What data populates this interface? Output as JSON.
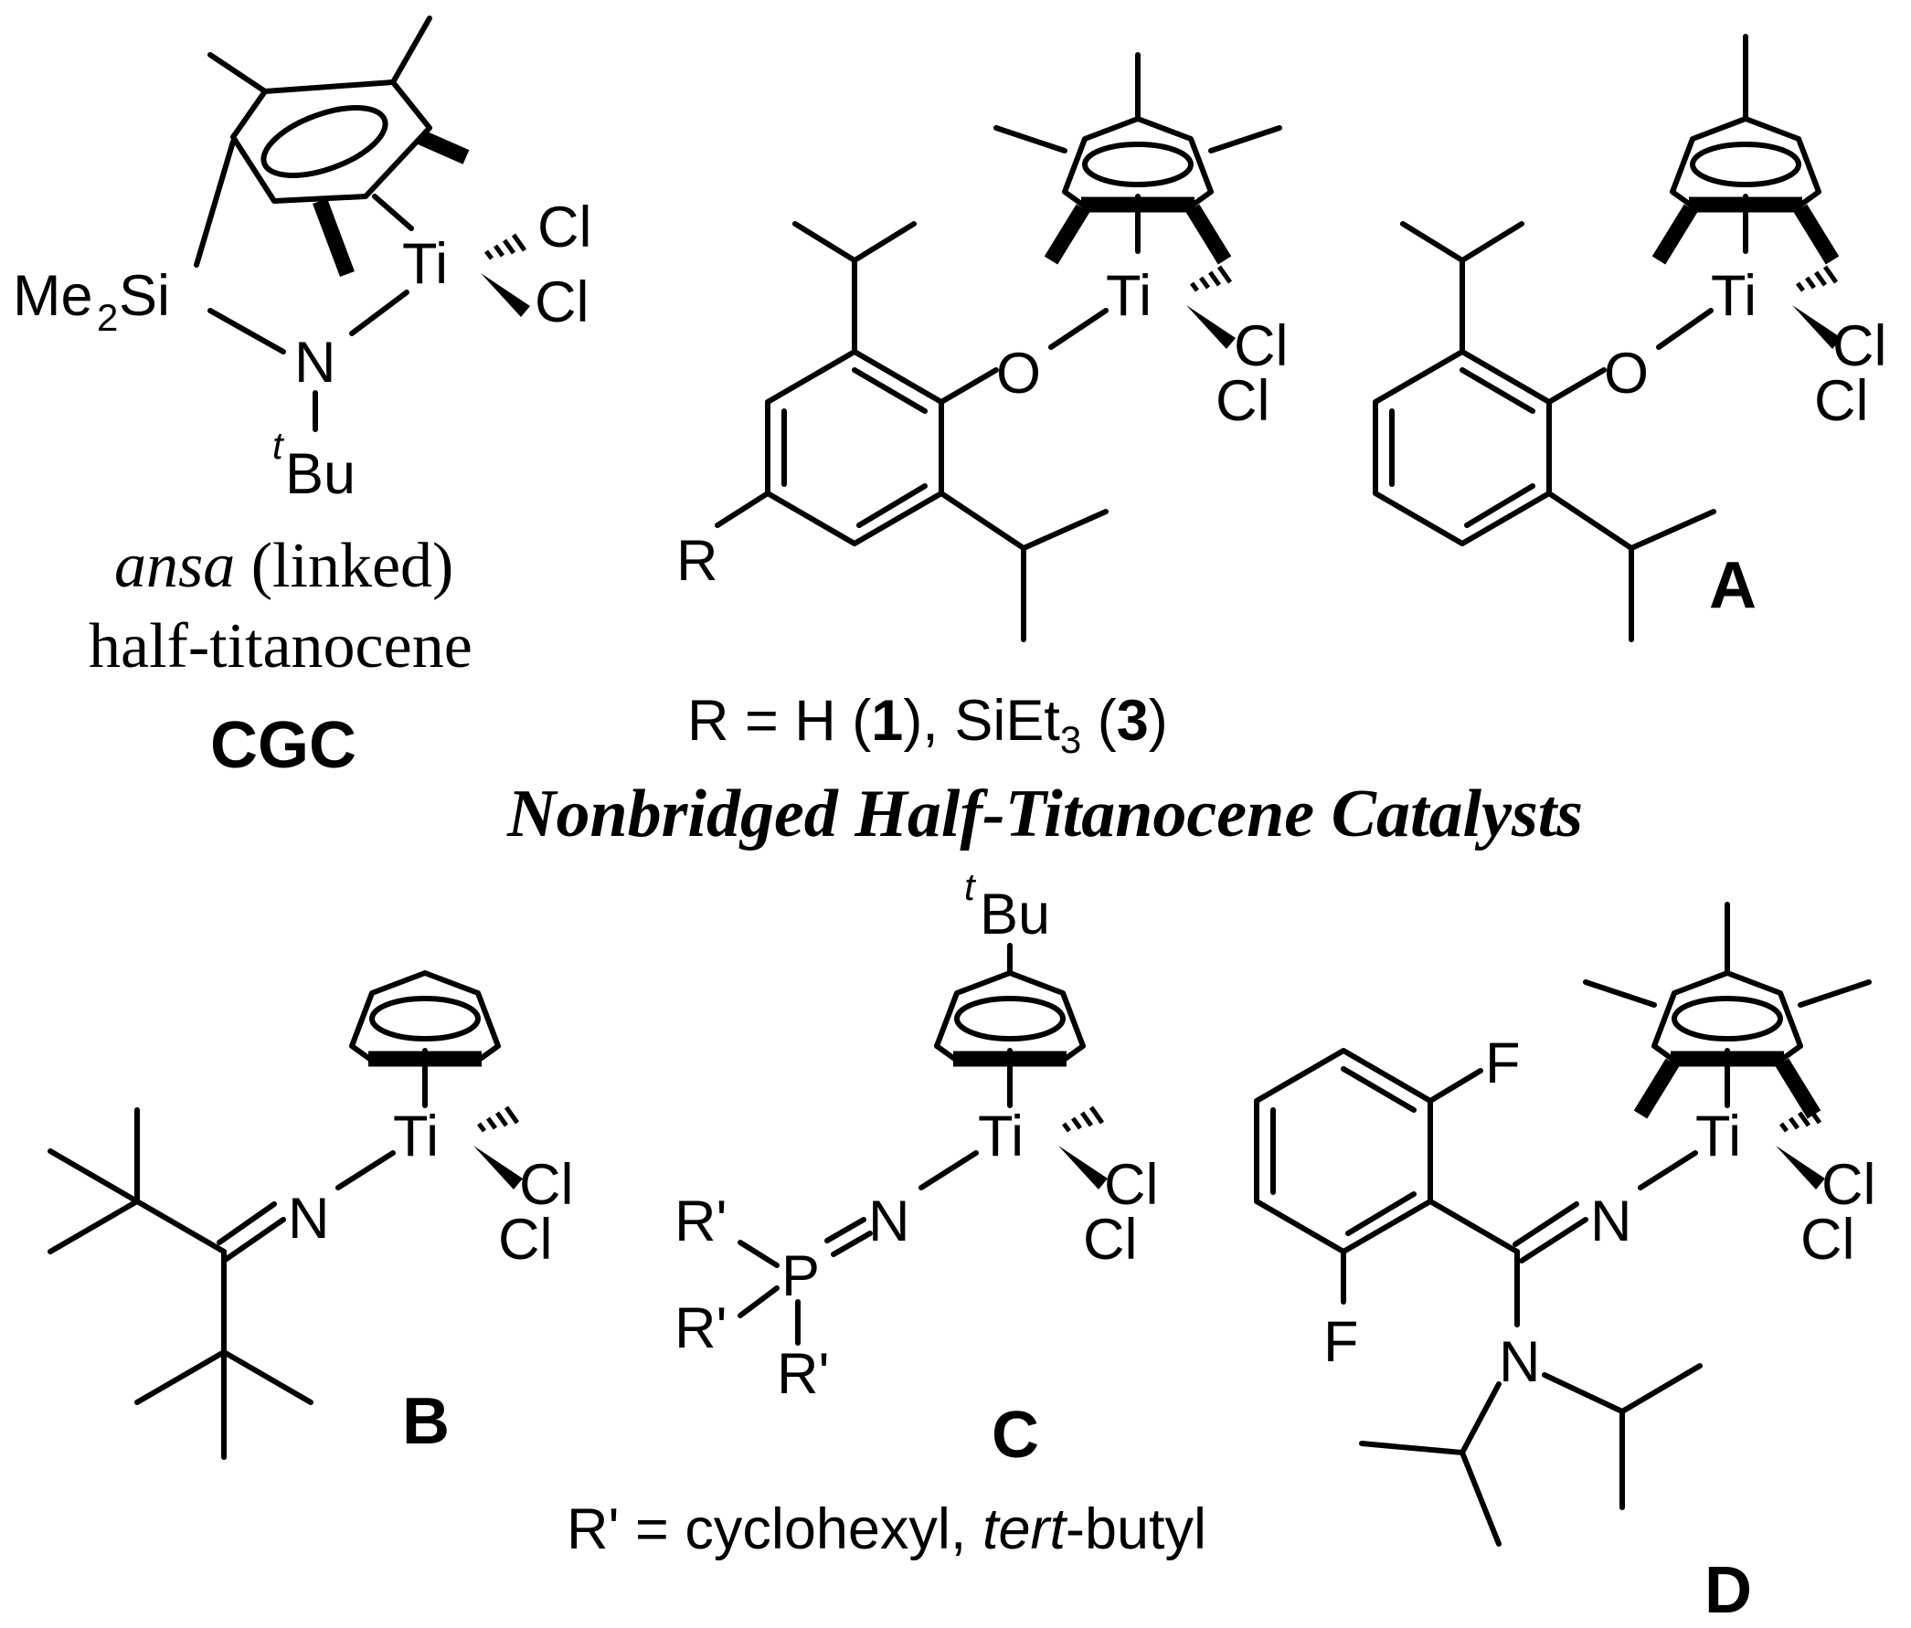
{
  "cgc": {
    "me": "Me",
    "me_sub": "2",
    "si": "Si",
    "ti": "Ti",
    "cl1": "Cl",
    "cl2": "Cl",
    "n": "N",
    "tbu_t": "t",
    "tbu_bu": "Bu",
    "caption_line1_italic": "ansa",
    "caption_line1_rest": " (linked)",
    "caption_line2": "half-titanocene",
    "label": "CGC"
  },
  "cmpd13": {
    "ti": "Ti",
    "o": "O",
    "cl1": "Cl",
    "cl2": "Cl",
    "r": "R",
    "caption_parts": [
      "R = H (",
      "1",
      "), SiEt",
      "3",
      " (",
      "3",
      ")"
    ]
  },
  "cmpdA": {
    "ti": "Ti",
    "o": "O",
    "cl1": "Cl",
    "cl2": "Cl",
    "label": "A"
  },
  "section_title": "Nonbridged Half-Titanocene Catalysts",
  "cmpdB": {
    "ti": "Ti",
    "n": "N",
    "cl1": "Cl",
    "cl2": "Cl",
    "label": "B"
  },
  "cmpdC": {
    "tbu_t": "t",
    "tbu_bu": "Bu",
    "ti": "Ti",
    "n": "N",
    "p": "P",
    "r1": "R'",
    "r2": "R'",
    "r3": "R'",
    "cl1": "Cl",
    "cl2": "Cl",
    "label": "C",
    "caption_parts": [
      "R' = cyclohexyl, ",
      "tert",
      "-butyl"
    ]
  },
  "cmpdD": {
    "f1": "F",
    "f2": "F",
    "n1": "N",
    "n2": "N",
    "ti": "Ti",
    "cl1": "Cl",
    "cl2": "Cl",
    "label": "D"
  }
}
